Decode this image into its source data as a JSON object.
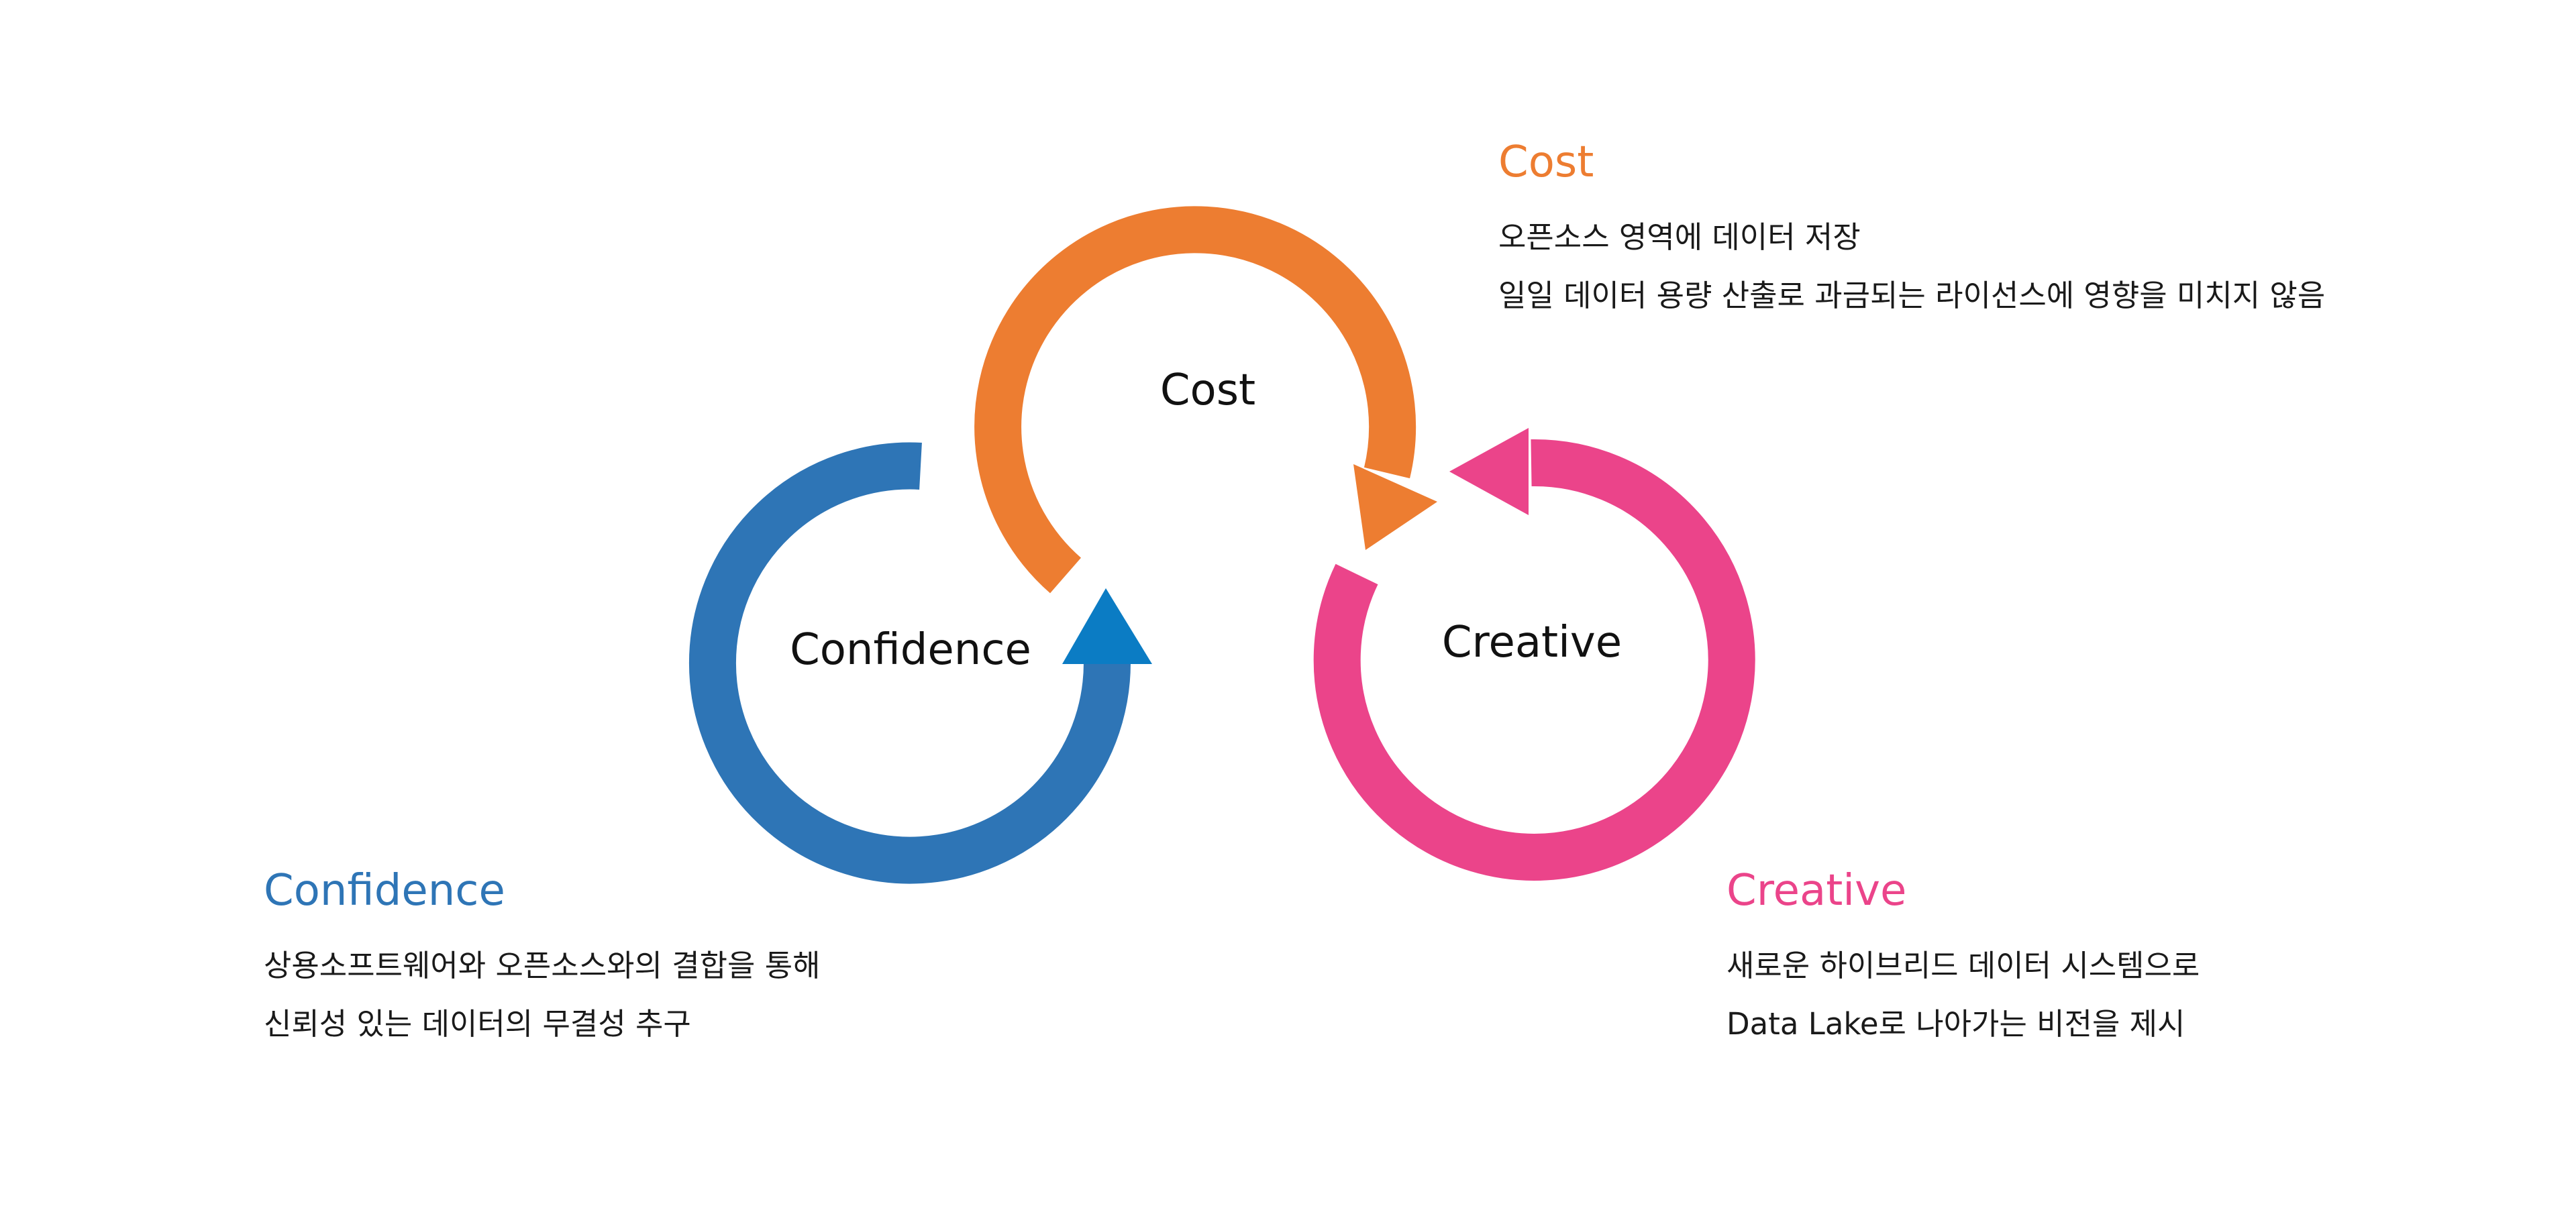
{
  "colors": {
    "cost": "#ED7D31",
    "confidence": "#2E75B6",
    "confidence_arrow": "#0B7CC4",
    "creative": "#EB448A"
  },
  "diagram": {
    "confidence_label": "Confidence",
    "cost_label": "Cost",
    "creative_label": "Creative"
  },
  "cost_block": {
    "title": "Cost",
    "lines": [
      "오픈소스 영역에 데이터 저장",
      "일일 데이터 용량 산출로 과금되는 라이선스에 영향을 미치지 않음"
    ]
  },
  "confidence_block": {
    "title": "Confidence",
    "lines": [
      "상용소프트웨어와 오픈소스와의 결합을 통해",
      "신뢰성 있는 데이터의 무결성 추구"
    ]
  },
  "creative_block": {
    "title": "Creative",
    "lines": [
      "새로운 하이브리드 데이터 시스템으로",
      "Data Lake로 나아가는 비전을 제시"
    ]
  }
}
